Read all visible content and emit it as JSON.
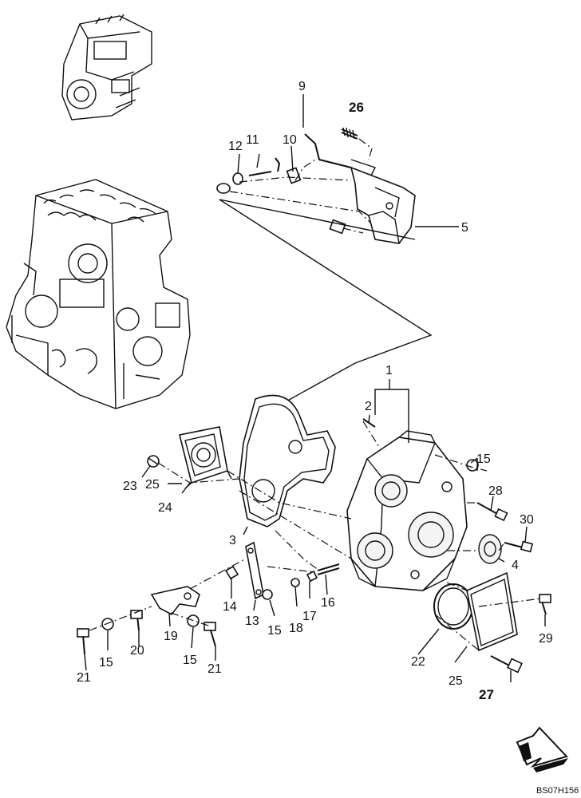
{
  "callouts": [
    {
      "id": "c1",
      "text": "1"
    },
    {
      "id": "c2",
      "text": "2"
    },
    {
      "id": "c3",
      "text": "3"
    },
    {
      "id": "c4",
      "text": "4"
    },
    {
      "id": "c5",
      "text": "5"
    },
    {
      "id": "c9",
      "text": "9"
    },
    {
      "id": "c10",
      "text": "10"
    },
    {
      "id": "c11",
      "text": "11"
    },
    {
      "id": "c12",
      "text": "12"
    },
    {
      "id": "c13",
      "text": "13"
    },
    {
      "id": "c14",
      "text": "14"
    },
    {
      "id": "c15a",
      "text": "15"
    },
    {
      "id": "c15b",
      "text": "15"
    },
    {
      "id": "c15c",
      "text": "15"
    },
    {
      "id": "c15d",
      "text": "15"
    },
    {
      "id": "c16",
      "text": "16"
    },
    {
      "id": "c17",
      "text": "17"
    },
    {
      "id": "c18",
      "text": "18"
    },
    {
      "id": "c19",
      "text": "19"
    },
    {
      "id": "c20",
      "text": "20"
    },
    {
      "id": "c21a",
      "text": "21"
    },
    {
      "id": "c21b",
      "text": "21"
    },
    {
      "id": "c22",
      "text": "22"
    },
    {
      "id": "c23",
      "text": "23"
    },
    {
      "id": "c24",
      "text": "24"
    },
    {
      "id": "c25a",
      "text": "25"
    },
    {
      "id": "c25b",
      "text": "25"
    },
    {
      "id": "c26",
      "text": "26"
    },
    {
      "id": "c27",
      "text": "27"
    },
    {
      "id": "c28",
      "text": "28"
    },
    {
      "id": "c29",
      "text": "29"
    },
    {
      "id": "c30",
      "text": "30"
    }
  ],
  "drawing_code": "BS07H156",
  "icons": {
    "nav_arrow": "forward-arrow-icon"
  }
}
